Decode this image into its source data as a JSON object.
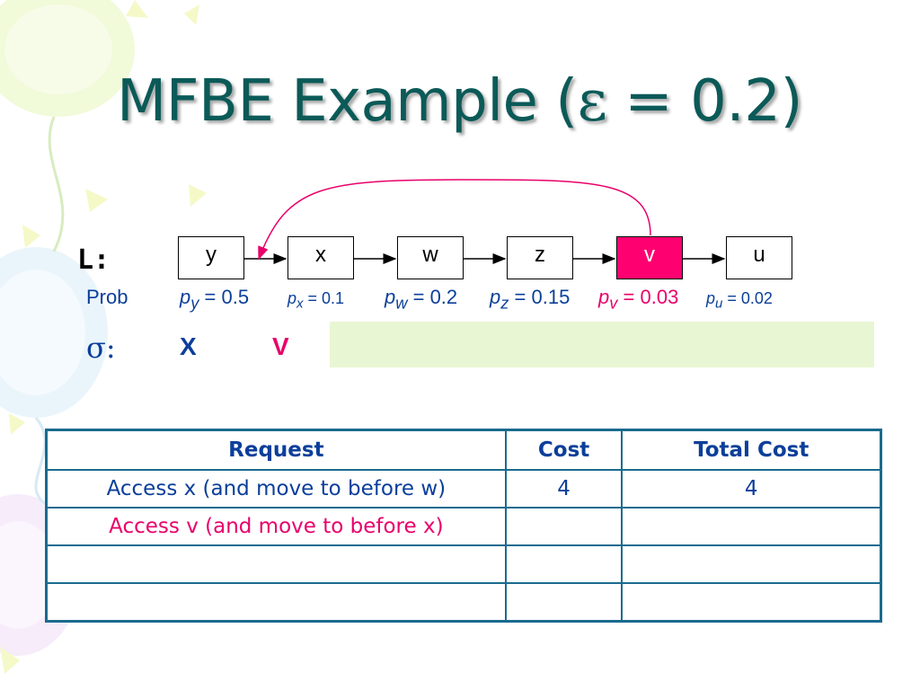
{
  "title": {
    "prefix": "MFBE Example (",
    "epsilon": "ε",
    "suffix": " = 0.2)"
  },
  "list": {
    "label": "L:",
    "nodes": [
      {
        "label": "y",
        "highlighted": false
      },
      {
        "label": "x",
        "highlighted": false
      },
      {
        "label": "w",
        "highlighted": false
      },
      {
        "label": "z",
        "highlighted": false
      },
      {
        "label": "v",
        "highlighted": true
      },
      {
        "label": "u",
        "highlighted": false
      }
    ]
  },
  "probabilities": {
    "label": "Prob",
    "items": [
      {
        "p": "p",
        "sub": "y",
        "rest": " = 0.5"
      },
      {
        "p": "p",
        "sub": "x",
        "rest": " = 0.1"
      },
      {
        "p": "p",
        "sub": "w",
        "rest": " = 0.2"
      },
      {
        "p": "p",
        "sub": "z",
        "rest": " = 0.15"
      },
      {
        "p": "p",
        "sub": "v",
        "rest": " = 0.03"
      },
      {
        "p": "p",
        "sub": "u",
        "rest": " = 0.02"
      }
    ]
  },
  "sequence": {
    "label": "σ:",
    "items": [
      "X",
      "V"
    ]
  },
  "table": {
    "headers": [
      "Request",
      "Cost",
      "Total Cost"
    ],
    "rows": [
      {
        "request": "Access x (and move to before w)",
        "cost": "4",
        "total": "4"
      },
      {
        "request": "Access v (and move to before x)",
        "cost": "",
        "total": ""
      },
      {
        "request": "",
        "cost": "",
        "total": ""
      },
      {
        "request": "",
        "cost": "",
        "total": ""
      }
    ]
  },
  "colors": {
    "title": "#0b5a58",
    "text_blue": "#0b3f9a",
    "accent_pink": "#e8006a",
    "node_highlight": "#ff0070",
    "table_border": "#1a6b8f",
    "sequence_box": "#e9f6d3"
  }
}
